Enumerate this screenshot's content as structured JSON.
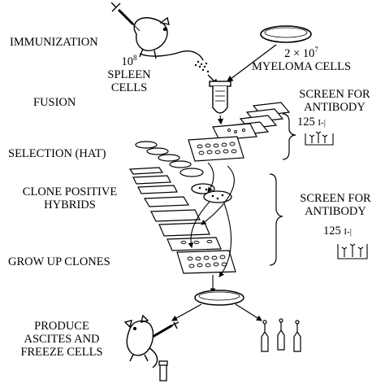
{
  "steps": {
    "immunization": "IMMUNIZATION",
    "fusion": "FUSION",
    "selection": "SELECTION (HAT)",
    "clone_line1": "CLONE POSITIVE",
    "clone_line2": "HYBRIDS",
    "grow": "GROW UP CLONES",
    "produce_line1": "PRODUCE",
    "produce_line2": "ASCITES AND",
    "produce_line3": "FREEZE CELLS"
  },
  "spleen": {
    "base": "10",
    "exp": "8",
    "line1": "SPLEEN",
    "line2": "CELLS"
  },
  "myeloma": {
    "prefix": "2 × 10",
    "exp": "7",
    "label": "MYELOMA CELLS"
  },
  "screen1": {
    "line1": "SCREEN FOR",
    "line2": "ANTIBODY",
    "isotope": "125",
    "symbol": "I-|"
  },
  "screen2": {
    "line1": "SCREEN FOR",
    "line2": "ANTIBODY",
    "isotope": "125",
    "symbol": "I-|"
  }
}
